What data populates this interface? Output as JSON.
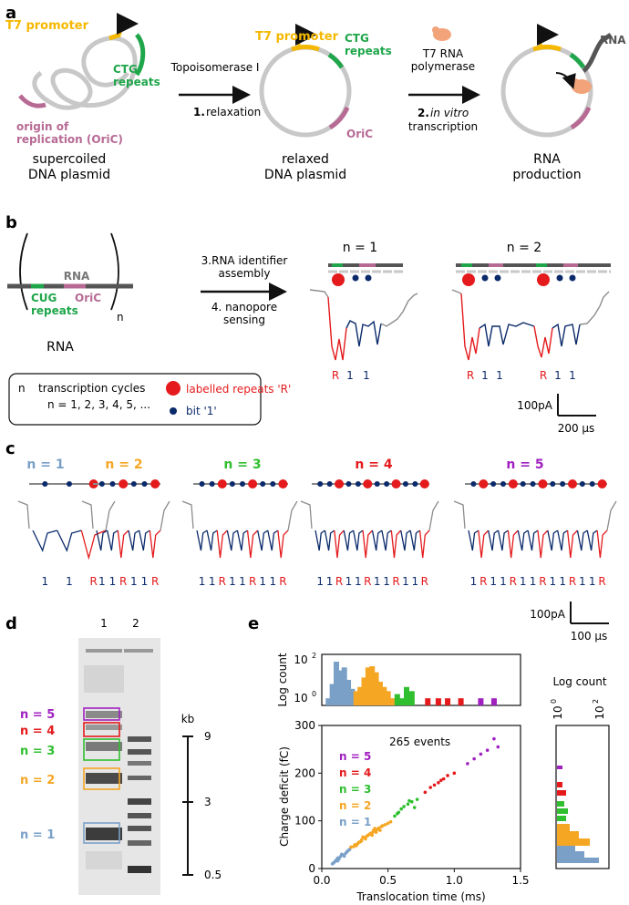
{
  "panel_labels": {
    "a": "a",
    "b": "b",
    "c": "c",
    "d": "d",
    "e": "e"
  },
  "colors": {
    "t7": "#f5b800",
    "ctg": "#1fa64a",
    "oric": "#b76a94",
    "dna": "#c8c8c8",
    "rna": "#555555",
    "polymerase": "#f2a37a",
    "red": "#e41a1c",
    "navy": "#0a2a6b",
    "trace_gray": "#8c8c8c",
    "n1": "#7aa0c8",
    "n2": "#f5a623",
    "n3": "#2fbf2f",
    "n4": "#e41a1c",
    "n5": "#a020c0"
  },
  "panel_a": {
    "t7_label": "T7 promoter",
    "ctg_line1": "CTG",
    "ctg_line2": "repeats",
    "oric_line1": "origin of",
    "oric_line2": "replication (OriC)",
    "supercoiled_line1": "supercoiled",
    "supercoiled_line2": "DNA plasmid",
    "t7_label_2": "T7 promoter",
    "ctg2_line1": "CTG",
    "ctg2_line2": "repeats",
    "oric_short": "OriC",
    "relaxed_line1": "relaxed",
    "relaxed_line2": "DNA plasmid",
    "topo_label": "Topoisomerase I",
    "step1_num": "1.",
    "step1_text": "relaxation",
    "t7rnap_line1": "T7 RNA",
    "t7rnap_line2": "polymerase",
    "step2_num": "2.",
    "step2_text": "in vitro",
    "step2_line2": "transcription",
    "rna_label": "RNA",
    "production_line1": "RNA",
    "production_line2": "production"
  },
  "panel_b": {
    "rna_label": "RNA",
    "cug_line1": "CUG",
    "cug_line2": "repeats",
    "oric_label": "OriC",
    "n_sub": "n",
    "bottom_label": "RNA",
    "step3_line1": "3.RNA identifier",
    "step3_line2": "assembly",
    "step4_line1": "4. nanopore",
    "step4_line2": "sensing",
    "n1_title": "n = 1",
    "n2_title": "n = 2",
    "n1_letters": [
      "R",
      "1",
      "1"
    ],
    "n2_letters": [
      "R",
      "1",
      "1",
      "R",
      "1",
      "1"
    ],
    "legend_n": "n",
    "legend_cycles": "transcription cycles",
    "legend_values": "n = 1, 2, 3, 4, 5, ...",
    "legend_red": "labelled repeats 'R'",
    "legend_blue": "bit '1'",
    "scale_current": "100pA",
    "scale_time": "200 µs"
  },
  "panel_c": {
    "titles": [
      "n = 1",
      "n = 2",
      "n = 3",
      "n = 4",
      "n = 5"
    ],
    "letters": [
      [
        "1",
        "1",
        "R"
      ],
      [
        "1",
        "1",
        "R",
        "1",
        "1",
        "R"
      ],
      [
        "1",
        "1",
        "R",
        "1",
        "1",
        "R",
        "1",
        "1",
        "R"
      ],
      [
        "1",
        "1",
        "R",
        "1",
        "1",
        "R",
        "1",
        "1",
        "R",
        "1",
        "1",
        "R"
      ],
      [
        "1",
        "R",
        "1",
        "1",
        "R",
        "1",
        "1",
        "R",
        "1",
        "1",
        "R",
        "1",
        "1",
        "R"
      ]
    ],
    "scale_current": "100pA",
    "scale_time": "100 µs"
  },
  "panel_d": {
    "lane1": "1",
    "lane2": "2",
    "band_labels": [
      "n = 5",
      "n = 4",
      "n = 3",
      "n = 2",
      "n = 1"
    ],
    "kb_label": "kb",
    "kb_ticks": [
      "9",
      "3",
      "0.5"
    ]
  },
  "panel_e": {
    "hist_ylabel": "Log count",
    "hist_ytick_top": "10",
    "hist_ytick_top_exp": "2",
    "hist_ytick_bottom": "10",
    "hist_ytick_bottom_exp": "0",
    "side_label": "Log count",
    "side_tick_left": "10",
    "side_tick_left_exp": "0",
    "side_tick_right": "10",
    "side_tick_right_exp": "2",
    "events_text": "265 events",
    "legend": [
      "n = 5",
      "n = 4",
      "n = 3",
      "n = 2",
      "n = 1"
    ]
  },
  "chart_data": {
    "type": "scatter",
    "xlabel": "Translocation time (ms)",
    "ylabel": "Charge deficit (fC)",
    "xlim": [
      0,
      1.5
    ],
    "ylim": [
      0,
      300
    ],
    "xticks": [
      "0.0",
      "0.5",
      "1.0",
      "1.5"
    ],
    "yticks": [
      "0",
      "100",
      "200",
      "300"
    ],
    "grid": false,
    "legend_position": "top-left",
    "series": [
      {
        "name": "n = 1",
        "color": "#7aa0c8",
        "points": [
          [
            0.08,
            10
          ],
          [
            0.1,
            15
          ],
          [
            0.12,
            22
          ],
          [
            0.14,
            25
          ],
          [
            0.11,
            18
          ],
          [
            0.15,
            30
          ],
          [
            0.16,
            28
          ],
          [
            0.18,
            32
          ],
          [
            0.13,
            20
          ],
          [
            0.2,
            38
          ],
          [
            0.09,
            12
          ],
          [
            0.17,
            26
          ],
          [
            0.19,
            35
          ],
          [
            0.21,
            40
          ],
          [
            0.12,
            16
          ]
        ]
      },
      {
        "name": "n = 2",
        "color": "#f5a623",
        "points": [
          [
            0.22,
            45
          ],
          [
            0.25,
            50
          ],
          [
            0.28,
            55
          ],
          [
            0.3,
            60
          ],
          [
            0.32,
            65
          ],
          [
            0.35,
            70
          ],
          [
            0.38,
            75
          ],
          [
            0.4,
            78
          ],
          [
            0.42,
            82
          ],
          [
            0.45,
            88
          ],
          [
            0.48,
            92
          ],
          [
            0.3,
            58
          ],
          [
            0.33,
            62
          ],
          [
            0.36,
            72
          ],
          [
            0.39,
            80
          ],
          [
            0.26,
            48
          ],
          [
            0.43,
            85
          ],
          [
            0.5,
            95
          ],
          [
            0.34,
            68
          ],
          [
            0.41,
            76
          ],
          [
            0.37,
            74
          ],
          [
            0.29,
            56
          ],
          [
            0.46,
            90
          ],
          [
            0.52,
            98
          ],
          [
            0.24,
            46
          ],
          [
            0.31,
            66
          ],
          [
            0.44,
            80
          ],
          [
            0.38,
            70
          ],
          [
            0.27,
            52
          ],
          [
            0.4,
            84
          ]
        ]
      },
      {
        "name": "n = 3",
        "color": "#2fbf2f",
        "points": [
          [
            0.55,
            110
          ],
          [
            0.58,
            118
          ],
          [
            0.6,
            125
          ],
          [
            0.62,
            130
          ],
          [
            0.65,
            135
          ],
          [
            0.68,
            140
          ],
          [
            0.7,
            128
          ],
          [
            0.66,
            142
          ],
          [
            0.72,
            145
          ],
          [
            0.57,
            115
          ]
        ]
      },
      {
        "name": "n = 4",
        "color": "#e41a1c",
        "points": [
          [
            0.78,
            160
          ],
          [
            0.82,
            170
          ],
          [
            0.85,
            175
          ],
          [
            0.9,
            185
          ],
          [
            0.95,
            195
          ],
          [
            1.0,
            200
          ],
          [
            0.88,
            180
          ],
          [
            0.92,
            188
          ]
        ]
      },
      {
        "name": "n = 5",
        "color": "#a020c0",
        "points": [
          [
            1.1,
            220
          ],
          [
            1.15,
            230
          ],
          [
            1.2,
            240
          ],
          [
            1.25,
            248
          ],
          [
            1.3,
            272
          ],
          [
            1.33,
            255
          ]
        ]
      }
    ],
    "top_histogram_counts": [
      {
        "name": "n = 1",
        "color": "#7aa0c8",
        "bins": [
          [
            0.05,
            2
          ],
          [
            0.08,
            8
          ],
          [
            0.11,
            70
          ],
          [
            0.14,
            30
          ],
          [
            0.17,
            40
          ],
          [
            0.2,
            12
          ],
          [
            0.23,
            5
          ]
        ]
      },
      {
        "name": "n = 2",
        "color": "#f5a623",
        "bins": [
          [
            0.26,
            4
          ],
          [
            0.29,
            6
          ],
          [
            0.32,
            15
          ],
          [
            0.35,
            40
          ],
          [
            0.38,
            45
          ],
          [
            0.41,
            25
          ],
          [
            0.44,
            10
          ],
          [
            0.47,
            6
          ],
          [
            0.5,
            4
          ],
          [
            0.53,
            2
          ]
        ]
      },
      {
        "name": "n = 3",
        "color": "#2fbf2f",
        "bins": [
          [
            0.57,
            3
          ],
          [
            0.6,
            2
          ],
          [
            0.64,
            6
          ],
          [
            0.68,
            4
          ]
        ]
      },
      {
        "name": "n = 4",
        "color": "#e41a1c",
        "bins": [
          [
            0.8,
            2
          ],
          [
            0.88,
            2
          ],
          [
            0.95,
            2
          ],
          [
            1.05,
            2
          ]
        ]
      },
      {
        "name": "n = 5",
        "color": "#a020c0",
        "bins": [
          [
            1.2,
            2
          ],
          [
            1.3,
            2
          ]
        ]
      }
    ]
  }
}
